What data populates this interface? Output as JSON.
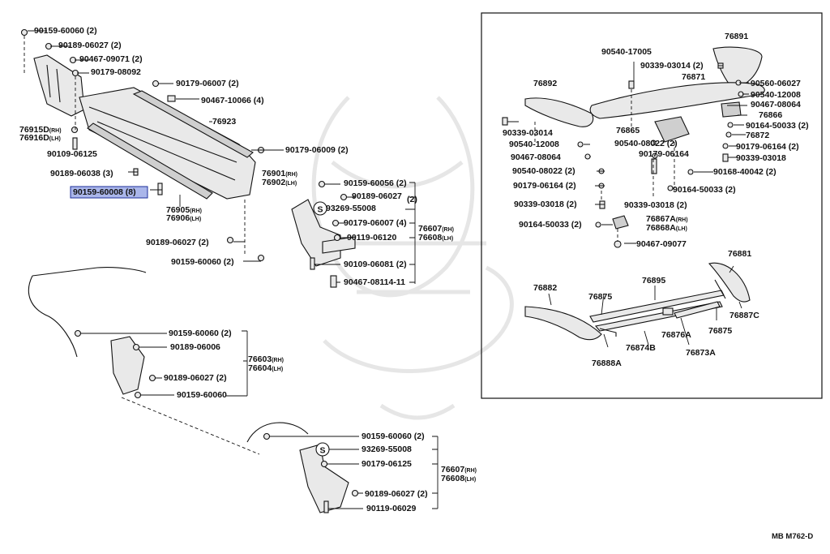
{
  "diagram_code": "MB M762-D",
  "highlighted_index": 8,
  "labels": [
    {
      "text": "90159-60060 (2)"
    },
    {
      "text": "90189-06027 (2)"
    },
    {
      "text": "90467-09071 (2)"
    },
    {
      "text": "90179-08092"
    },
    {
      "text": "90179-06007 (2)"
    },
    {
      "text": "90467-10066 (4)"
    },
    {
      "text": "76923"
    },
    {
      "text": "90179-06009 (2)"
    },
    {
      "text": "90159-60008 (8)"
    },
    {
      "text": "76915D",
      "suffix": "(RH)"
    },
    {
      "text": "76916D",
      "suffix": "(LH)"
    },
    {
      "text": "90109-06125"
    },
    {
      "text": "90189-06038 (3)"
    },
    {
      "text": "76901",
      "suffix": "(RH)"
    },
    {
      "text": "76902",
      "suffix": "(LH)"
    },
    {
      "text": "76905",
      "suffix": "(RH)"
    },
    {
      "text": "76906",
      "suffix": "(LH)"
    },
    {
      "text": "90189-06027 (2)"
    },
    {
      "text": "90159-60060 (2)"
    },
    {
      "text": "90159-60056 (2)"
    },
    {
      "text": "90189-06027"
    },
    {
      "text": "(2)"
    },
    {
      "text": "93269-55008"
    },
    {
      "text": "90179-06007 (4)"
    },
    {
      "text": "90119-06120"
    },
    {
      "text": "76607",
      "suffix": "(RH)"
    },
    {
      "text": "76608",
      "suffix": "(LH)"
    },
    {
      "text": "90109-06081 (2)"
    },
    {
      "text": "90467-08114-11"
    },
    {
      "text": "90159-60060 (2)"
    },
    {
      "text": "90189-06006"
    },
    {
      "text": "76603",
      "suffix": "(RH)"
    },
    {
      "text": "76604",
      "suffix": "(LH)"
    },
    {
      "text": "90189-06027 (2)"
    },
    {
      "text": "90159-60060"
    },
    {
      "text": "90159-60060 (2)"
    },
    {
      "text": "93269-55008"
    },
    {
      "text": "90179-06125"
    },
    {
      "text": "76607",
      "suffix": "(RH)"
    },
    {
      "text": "76608",
      "suffix": "(LH)"
    },
    {
      "text": "90189-06027 (2)"
    },
    {
      "text": "90119-06029"
    },
    {
      "text": "76891"
    },
    {
      "text": "90540-17005"
    },
    {
      "text": "90339-03014 (2)"
    },
    {
      "text": "76871"
    },
    {
      "text": "90560-06027"
    },
    {
      "text": "90540-12008"
    },
    {
      "text": "90467-08064"
    },
    {
      "text": "76866"
    },
    {
      "text": "76892"
    },
    {
      "text": "90339-03014"
    },
    {
      "text": "76865"
    },
    {
      "text": "90164-50033 (2)"
    },
    {
      "text": "76872"
    },
    {
      "text": "90540-12008"
    },
    {
      "text": "90540-08022 (2)"
    },
    {
      "text": "90179-06164"
    },
    {
      "text": "90467-08064"
    },
    {
      "text": "90179-06164 (2)"
    },
    {
      "text": "90339-03018"
    },
    {
      "text": "90540-08022 (2)"
    },
    {
      "text": "90168-40042 (2)"
    },
    {
      "text": "90179-06164 (2)"
    },
    {
      "text": "90164-50033 (2)"
    },
    {
      "text": "90339-03018 (2)"
    },
    {
      "text": "90339-03018 (2)"
    },
    {
      "text": "90164-50033 (2)"
    },
    {
      "text": "76867A",
      "suffix": "(RH)"
    },
    {
      "text": "76868A",
      "suffix": "(LH)"
    },
    {
      "text": "90467-09077"
    },
    {
      "text": "76881"
    },
    {
      "text": "76882"
    },
    {
      "text": "76895"
    },
    {
      "text": "76875"
    },
    {
      "text": "76887C"
    },
    {
      "text": "76876A"
    },
    {
      "text": "76875"
    },
    {
      "text": "76874B"
    },
    {
      "text": "76873A"
    },
    {
      "text": "76888A"
    }
  ],
  "symbols": [
    {
      "text": "S"
    },
    {
      "text": "S"
    }
  ]
}
